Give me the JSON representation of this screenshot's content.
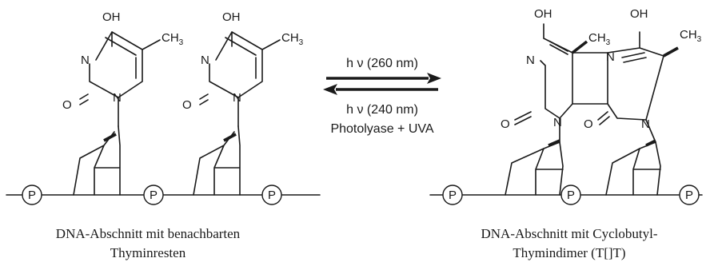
{
  "atoms": {
    "oh": "OH",
    "n": "N",
    "o": "O",
    "ch3_base": "CH",
    "ch3_sub": "3",
    "phosphate": "P"
  },
  "reaction": {
    "forward": "h ν (260 nm)",
    "reverse_line1": "h ν (240 nm)",
    "reverse_line2": "Photolyase + UVA"
  },
  "captions": {
    "left_line1": "DNA-Abschnitt mit benachbarten",
    "left_line2": "Thyminresten",
    "right_line1": "DNA-Abschnitt mit Cyclobutyl-",
    "right_line2": "Thymindimer (T[]T)"
  }
}
